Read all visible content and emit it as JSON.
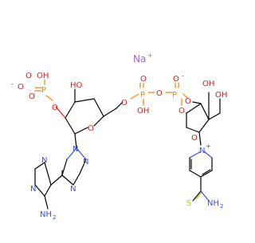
{
  "colors": {
    "carbon": "#000000",
    "oxygen": "#ff0d0d",
    "phosphorus": "#ff8000",
    "nitrogen": "#3050f8",
    "sulfur": "#c8c800",
    "sodium": "#ab5cf2"
  },
  "atoms": {
    "na": "Na",
    "na_charge": "+",
    "p_left": "P",
    "p_mid": "P",
    "p_right": "P",
    "o": "O",
    "oh": "OH",
    "ho": "HO",
    "o_minus": "O",
    "minus": "-",
    "n": "N",
    "n_plus": "N",
    "plus": "+",
    "nh2": "NH",
    "nh2_sub": "2",
    "h2n_label": "NH",
    "s": "S"
  }
}
